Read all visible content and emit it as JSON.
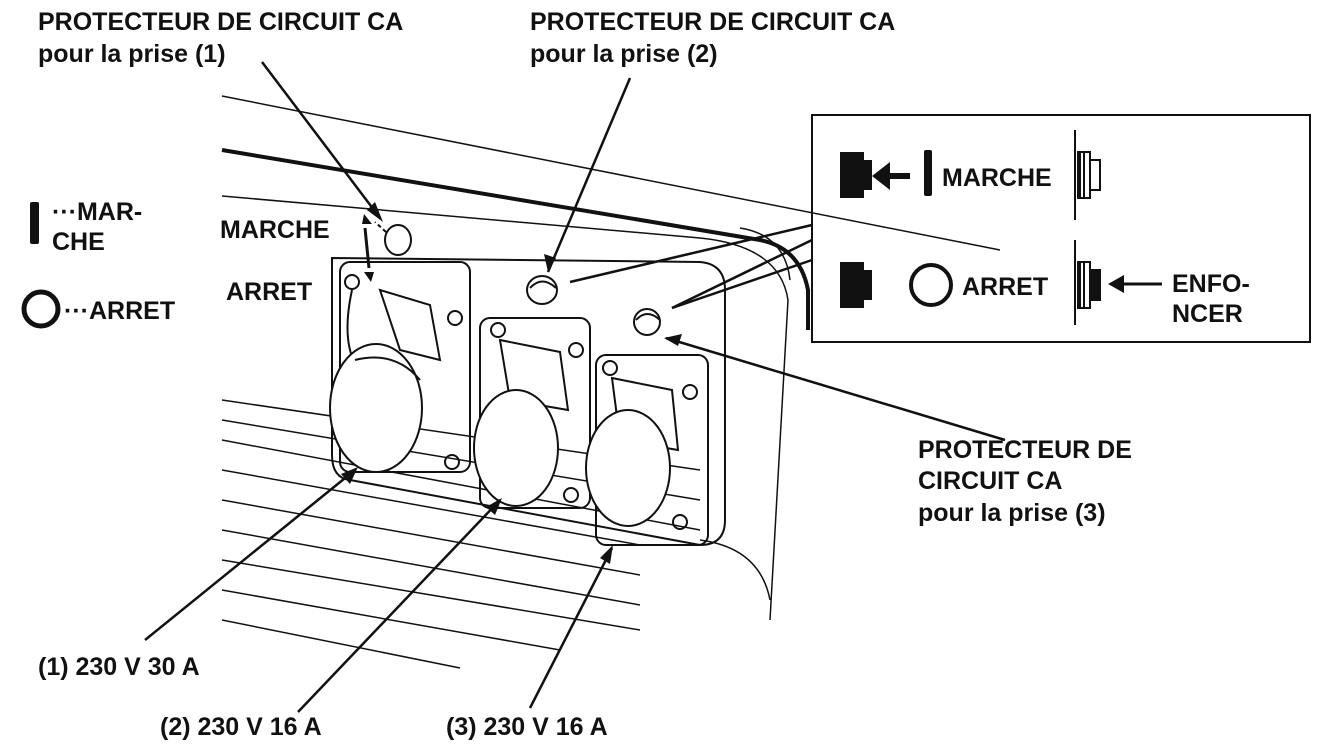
{
  "callouts": {
    "protector1": {
      "line1": "PROTECTEUR DE CIRCUIT CA",
      "line2": "pour la prise (1)"
    },
    "protector2": {
      "line1": "PROTECTEUR DE CIRCUIT CA",
      "line2": "pour la prise (2)"
    },
    "protector3": {
      "line1": "PROTECTEUR DE",
      "line2": "CIRCUIT CA",
      "line3": "pour la prise (3)"
    },
    "outlet1": "(1) 230 V 30 A",
    "outlet2": "(2) 230 V 16 A",
    "outlet3": "(3) 230 V 16 A"
  },
  "legend": {
    "on_line1": "···MAR-",
    "on_line2": "CHE",
    "off": "···ARRET"
  },
  "switch_labels": {
    "on": "MARCHE",
    "off": "ARRET"
  },
  "inset": {
    "on": "MARCHE",
    "off": "ARRET",
    "push_line1": "ENFO-",
    "push_line2": "NCER"
  },
  "colors": {
    "ink": "#111111",
    "background": "#ffffff"
  }
}
